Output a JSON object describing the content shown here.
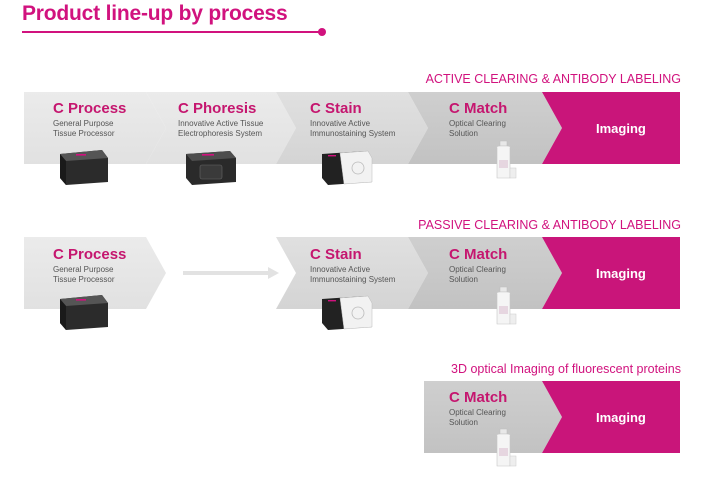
{
  "title": "Product line-up by process",
  "colors": {
    "accent": "#d1127e",
    "imaging": "#c9157a",
    "stage_light": "#e6e6e6",
    "stage_mid": "#dadada",
    "stage_dark": "#c8c8c8"
  },
  "rows": [
    {
      "label": "ACTIVE CLEARING & ANTIBODY LABELING",
      "stages": [
        {
          "name": "C Process",
          "desc": "General Purpose\nTissue Processor",
          "icon": "processor-device-icon"
        },
        {
          "name": "C Phoresis",
          "desc": "Innovative Active Tissue\nElectrophoresis System",
          "icon": "electrophoresis-device-icon"
        },
        {
          "name": "C Stain",
          "desc": "Innovative Active\nImmunostaining System",
          "icon": "stainer-device-icon"
        },
        {
          "name": "C Match",
          "desc": "Optical Clearing\nSolution",
          "icon": "solution-bottle-icon"
        }
      ],
      "final": "Imaging"
    },
    {
      "label": "PASSIVE CLEARING & ANTIBODY LABELING",
      "stages": [
        {
          "name": "C Process",
          "desc": "General Purpose\nTissue Processor",
          "icon": "processor-device-icon"
        },
        {
          "name": "C Stain",
          "desc": "Innovative Active\nImmunostaining System",
          "icon": "stainer-device-icon"
        },
        {
          "name": "C Match",
          "desc": "Optical Clearing\nSolution",
          "icon": "solution-bottle-icon"
        }
      ],
      "final": "Imaging"
    },
    {
      "label": "3D optical Imaging of fluorescent proteins",
      "stages": [
        {
          "name": "C Match",
          "desc": "Optical Clearing\nSolution",
          "icon": "solution-bottle-icon"
        }
      ],
      "final": "Imaging"
    }
  ]
}
